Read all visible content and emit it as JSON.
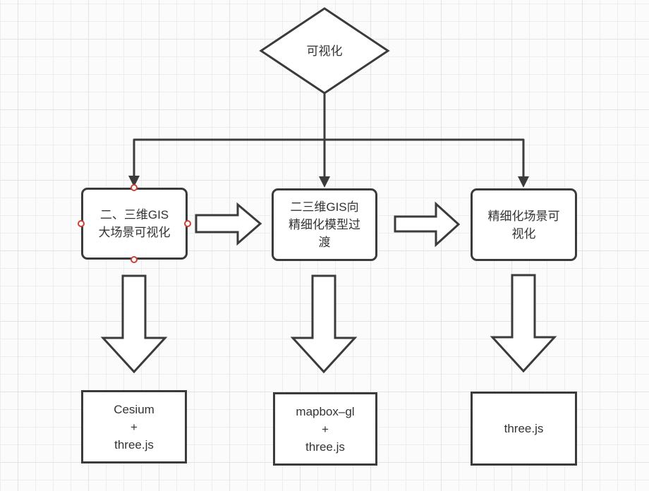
{
  "colors": {
    "background": "#fbfbfb",
    "grid_minor": "#ededed",
    "grid_major": "#e3e3e3",
    "stroke": "#3b3b3b",
    "text": "#333333",
    "shape_fill": "#ffffff",
    "handle": "#cf3f36"
  },
  "flowchart": {
    "decision": {
      "label": "可视化"
    },
    "stages": [
      {
        "label": "二、三维GIS\n大场景可视化"
      },
      {
        "label": "二三维GIS向\n精细化模型过\n渡"
      },
      {
        "label": "精细化场景可\n视化"
      }
    ],
    "tools": [
      {
        "label": "Cesium\n+\nthree.js"
      },
      {
        "label": "mapbox–gl\n+\nthree.js"
      },
      {
        "label": "three.js"
      }
    ]
  }
}
